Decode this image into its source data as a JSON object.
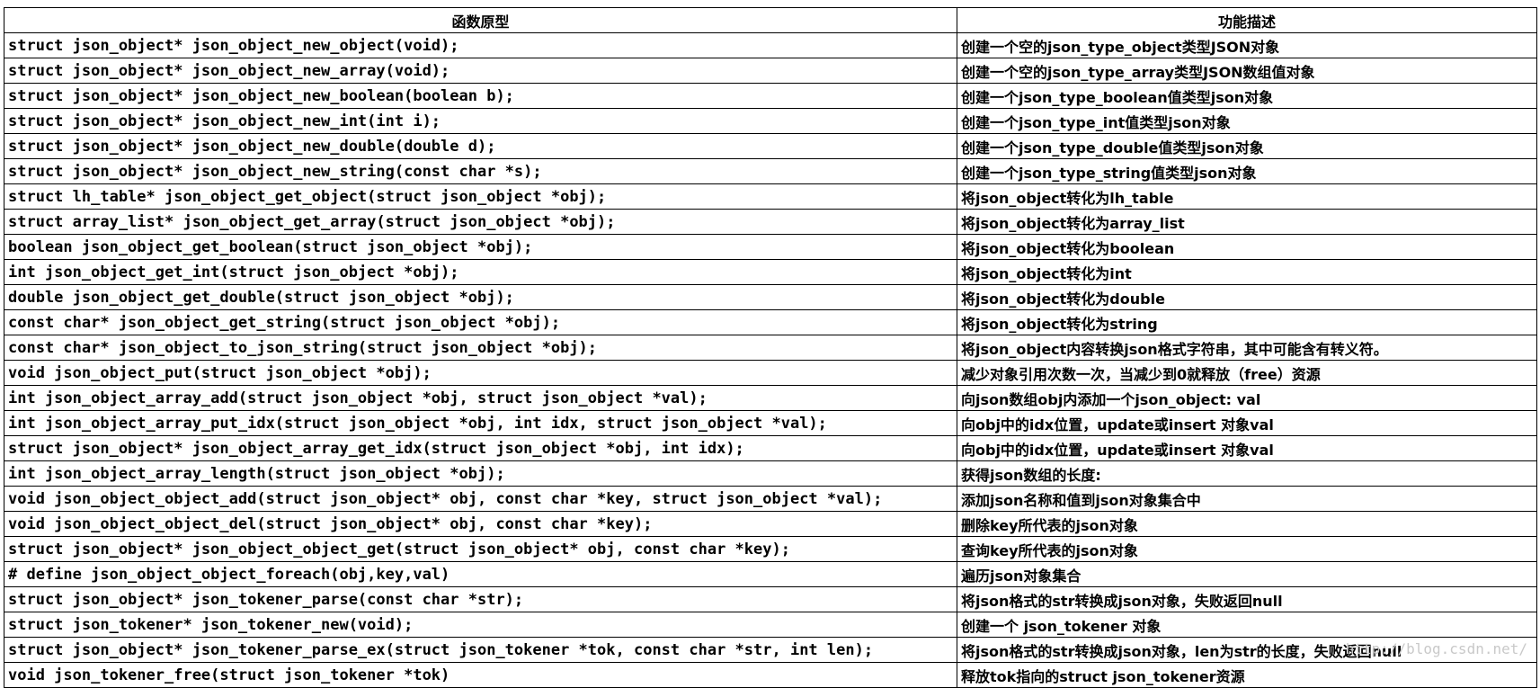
{
  "table": {
    "headers": [
      "函数原型",
      "功能描述"
    ],
    "rows": [
      [
        "struct json_object* json_object_new_object(void);",
        "创建一个空的json_type_object类型JSON对象"
      ],
      [
        "struct json_object* json_object_new_array(void);",
        "创建一个空的json_type_array类型JSON数组值对象"
      ],
      [
        "struct json_object* json_object_new_boolean(boolean b);",
        "创建一个json_type_boolean值类型json对象"
      ],
      [
        "struct json_object* json_object_new_int(int i);",
        "创建一个json_type_int值类型json对象"
      ],
      [
        "struct json_object* json_object_new_double(double d);",
        "创建一个json_type_double值类型json对象"
      ],
      [
        "struct json_object* json_object_new_string(const char *s);",
        "创建一个json_type_string值类型json对象"
      ],
      [
        "struct lh_table* json_object_get_object(struct json_object *obj);",
        "将json_object转化为lh_table"
      ],
      [
        "struct array_list* json_object_get_array(struct json_object *obj);",
        "将json_object转化为array_list"
      ],
      [
        "boolean json_object_get_boolean(struct json_object *obj);",
        "将json_object转化为boolean"
      ],
      [
        "int json_object_get_int(struct json_object *obj);",
        "将json_object转化为int"
      ],
      [
        "double json_object_get_double(struct json_object *obj);",
        "将json_object转化为double"
      ],
      [
        "const char* json_object_get_string(struct json_object *obj);",
        "将json_object转化为string"
      ],
      [
        "const char* json_object_to_json_string(struct json_object *obj);",
        "将json_object内容转换json格式字符串，其中可能含有转义符。"
      ],
      [
        "void json_object_put(struct json_object *obj);",
        "减少对象引用次数一次，当减少到0就释放（free）资源"
      ],
      [
        "int json_object_array_add(struct json_object *obj, struct json_object *val);",
        "向json数组obj内添加一个json_object: val"
      ],
      [
        "int json_object_array_put_idx(struct json_object *obj, int idx, struct json_object *val);",
        "向obj中的idx位置，update或insert 对象val"
      ],
      [
        "struct json_object* json_object_array_get_idx(struct json_object *obj, int idx);",
        "向obj中的idx位置，update或insert 对象val"
      ],
      [
        "int json_object_array_length(struct json_object *obj);",
        "获得json数组的长度:"
      ],
      [
        "void json_object_object_add(struct json_object* obj, const char *key, struct json_object *val);",
        "添加json名称和值到json对象集合中"
      ],
      [
        "void json_object_object_del(struct json_object* obj, const char *key);",
        "删除key所代表的json对象"
      ],
      [
        "struct json_object* json_object_object_get(struct json_object* obj, const char *key);",
        "查询key所代表的json对象"
      ],
      [
        "# define json_object_object_foreach(obj,key,val)",
        "遍历json对象集合"
      ],
      [
        "struct json_object* json_tokener_parse(const char *str);",
        "将json格式的str转换成json对象，失败返回null"
      ],
      [
        "struct json_tokener* json_tokener_new(void);",
        "创建一个 json_tokener 对象"
      ],
      [
        "struct json_object* json_tokener_parse_ex(struct json_tokener *tok, const char *str, int len);",
        "将json格式的str转换成json对象，len为str的长度，失败返回null"
      ],
      [
        "void json_tokener_free(struct json_tokener *tok)",
        "释放tok指向的struct json_tokener资源"
      ]
    ]
  },
  "watermark": "http://blog.csdn.net/"
}
